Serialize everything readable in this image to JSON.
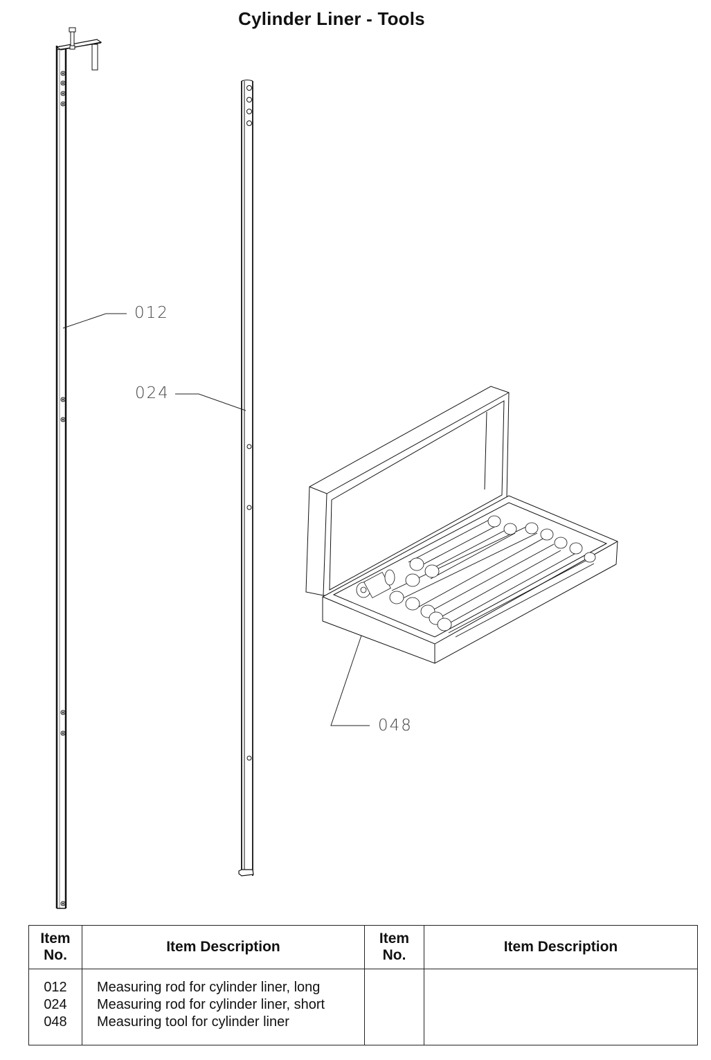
{
  "title": "Cylinder Liner - Tools",
  "callouts": [
    {
      "id": "012",
      "label": "012"
    },
    {
      "id": "024",
      "label": "024"
    },
    {
      "id": "048",
      "label": "048"
    }
  ],
  "table": {
    "headers": {
      "item_no_left": "Item No.",
      "item_no_left_line1": "Item",
      "item_no_left_line2": "No.",
      "item_desc_left": "Item Description",
      "item_no_right_line1": "Item",
      "item_no_right_line2": "No.",
      "item_desc_right": "Item Description"
    },
    "rows": [
      {
        "item_no": "012",
        "description": "Measuring rod for cylinder liner, long"
      },
      {
        "item_no": "024",
        "description": "Measuring rod for cylinder liner, short"
      },
      {
        "item_no": "048",
        "description": "Measuring tool for cylinder liner"
      }
    ]
  }
}
